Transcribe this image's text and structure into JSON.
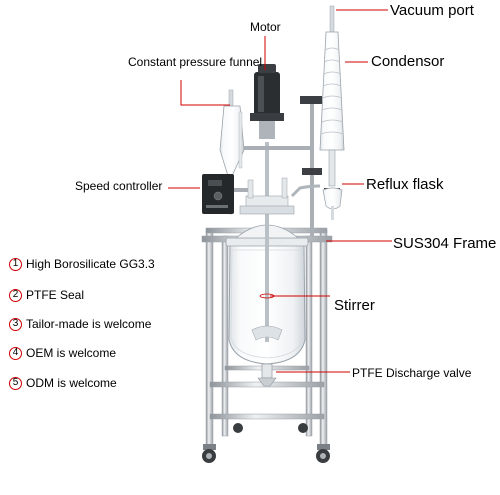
{
  "labels": {
    "motor": "Motor",
    "vacuum_port": "Vacuum port",
    "constant_pressure_funnel": "Constant pressure funnel",
    "condensor": "Condensor",
    "speed_controller": "Speed controller",
    "reflux_flask": "Reflux flask",
    "frame": "SUS304 Frame",
    "stirrer": "Stirrer",
    "discharge_valve": "PTFE Discharge valve"
  },
  "features": [
    {
      "number": "1",
      "text": "High Borosilicate GG3.3"
    },
    {
      "number": "2",
      "text": "PTFE Seal"
    },
    {
      "number": "3",
      "text": "Tailor-made is welcome"
    },
    {
      "number": "4",
      "text": "OEM is welcome"
    },
    {
      "number": "5",
      "text": "ODM is welcome"
    }
  ],
  "colors": {
    "leader_line": "#d10000",
    "number_ring": "#d10000",
    "text": "#000000"
  }
}
